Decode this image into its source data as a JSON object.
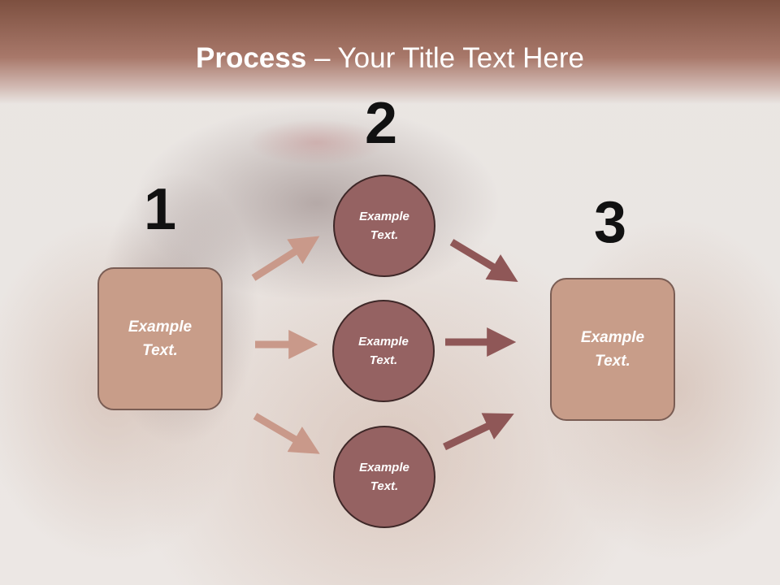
{
  "slide": {
    "title_bold": "Process",
    "title_rest": " – Your Title Text Here"
  },
  "steps": {
    "number_1": "1",
    "number_2": "2",
    "number_3": "3"
  },
  "boxes": {
    "left_text": "Example\nText.",
    "right_text": "Example\nText."
  },
  "circles": {
    "top_text": "Example\nText.",
    "middle_text": "Example\nText.",
    "bottom_text": "Example\nText."
  },
  "colors": {
    "title_band": "#8a5a48",
    "box_fill": "#c89d89",
    "circle_fill": "#956262",
    "arrow_light": "#c9998a",
    "arrow_dark": "#8f5757"
  }
}
